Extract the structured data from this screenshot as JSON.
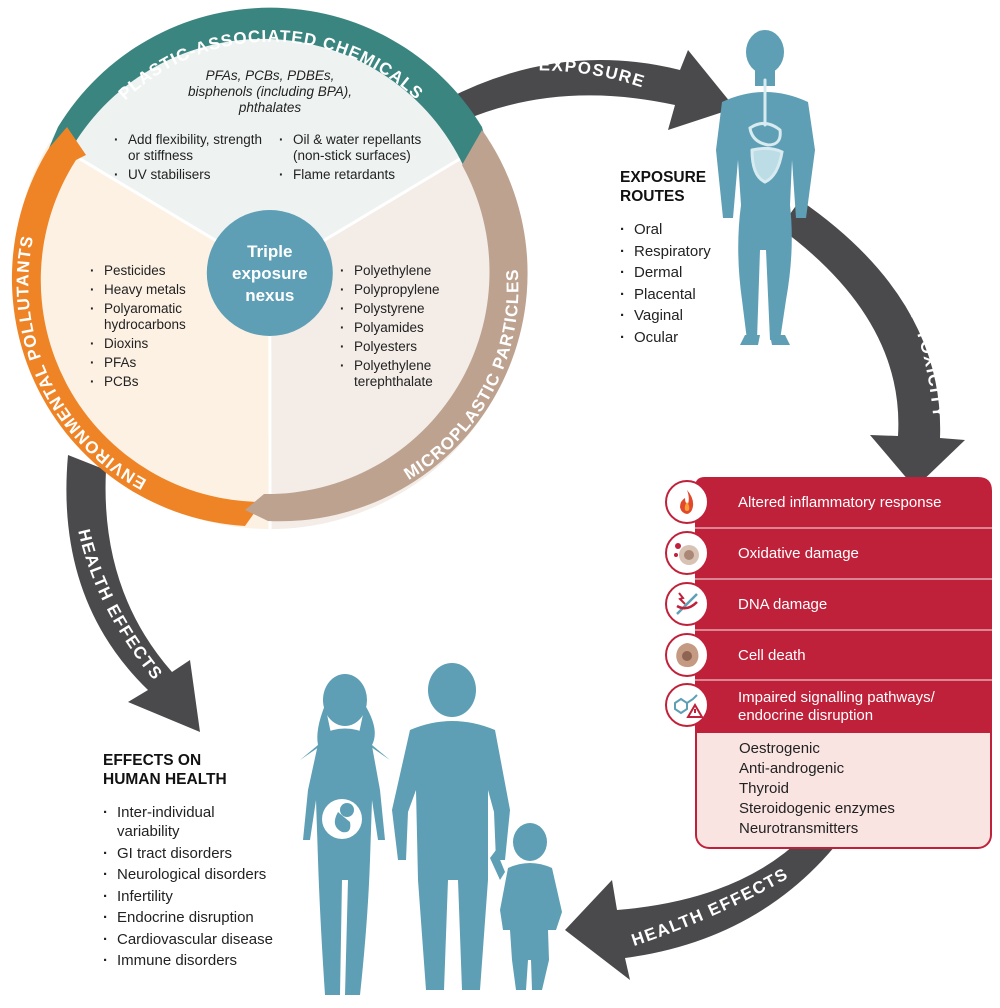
{
  "ring": {
    "top_label": "PLASTIC-ASSOCIATED CHEMICALS",
    "left_label": "ENVIRONMENTAL POLLUTANTS",
    "right_label": "MICROPLASTIC  PARTICLES",
    "center": [
      "Triple",
      "exposure",
      "nexus"
    ],
    "chemicals_italic": [
      "PFAs, PCBs, PDBEs,",
      "bisphenols (including BPA),",
      "phthalates"
    ],
    "chemicals_col1": [
      "Add flexibility, strength or stiffness",
      "UV stabilisers"
    ],
    "chemicals_col2": [
      "Oil & water repellants (non-stick surfaces)",
      "Flame retardants"
    ],
    "pollutants": [
      "Pesticides",
      "Heavy metals",
      "Polyaromatic hydrocarbons",
      "Dioxins",
      "PFAs",
      "PCBs"
    ],
    "microplastics": [
      "Polyethylene",
      "Polypropylene",
      "Polystyrene",
      "Polyamides",
      "Polyesters",
      "Polyethylene terephthalate"
    ]
  },
  "arrows": {
    "exposure": "EXPOSURE",
    "modes": "MODES OF TOXICITY",
    "health_left": "HEALTH EFFECTS",
    "health_bottom": "HEALTH EFFECTS"
  },
  "exposure_routes": {
    "title": [
      "EXPOSURE",
      "ROUTES"
    ],
    "items": [
      "Oral",
      "Respiratory",
      "Dermal",
      "Placental",
      "Vaginal",
      "Ocular"
    ]
  },
  "toxicity": {
    "rows": [
      "Altered inflammatory response",
      "Oxidative damage",
      "DNA damage",
      "Cell death"
    ],
    "impaired": [
      "Impaired signalling pathways/",
      "endocrine disruption"
    ],
    "sub_items": [
      "Oestrogenic",
      "Anti-androgenic",
      "Thyroid",
      "Steroidogenic enzymes",
      "Neurotransmitters"
    ]
  },
  "effects": {
    "title": [
      "EFFECTS ON",
      "HUMAN HEALTH"
    ],
    "items": [
      "Inter-individual variability",
      "GI tract disorders",
      "Neurological disorders",
      "Infertility",
      "Endocrine disruption",
      "Cardiovascular disease",
      "Immune disorders"
    ]
  },
  "colors": {
    "teal": "#3a8580",
    "orange": "#ef8427",
    "tan": "#bea290",
    "figure_blue": "#5e9fb5",
    "crimson": "#c0213a",
    "arrow_grey": "#4a4a4d",
    "sector_top": "#eef3f2",
    "sector_left": "#fdf1e4",
    "sector_right": "#f3ece7"
  }
}
